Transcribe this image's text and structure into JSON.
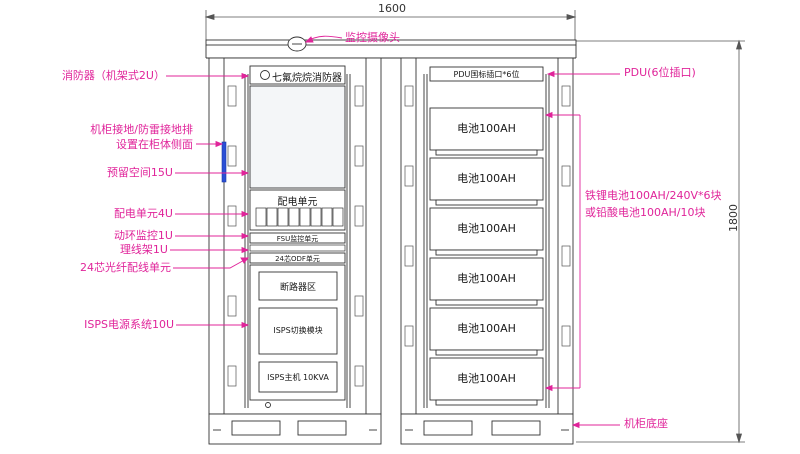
{
  "dimensions": {
    "width": "1600",
    "height": "1800"
  },
  "left_labels": [
    "消防器（机架式2U）",
    "机柜接地/防雷接地排",
    "设置在柜体侧面",
    "预留空间15U",
    "配电单元4U",
    "动环监控1U",
    "理线架1U",
    "24芯光纤配线单元",
    "ISPS电源系统10U"
  ],
  "top_label": "监控摄像头",
  "right_labels": {
    "pdu": "PDU(6位插口)",
    "battery_line1": "铁锂电池100AH/240V*6块",
    "battery_line2": "或铅酸电池100AH/10块",
    "base": "机柜底座"
  },
  "left_cabinet": {
    "extinguisher": "七氟烷烷消防器",
    "power_unit": "配电单元",
    "fsu": "FSU监控单元",
    "odf": "24芯ODF单元",
    "breaker": "断路器区",
    "ips_module": "ISPS切换模块",
    "ips_host": "ISPS主机 10KVA"
  },
  "right_cabinet": {
    "pdu_strip": "PDU国标插口*6位",
    "batteries": [
      "电池100AH",
      "电池100AH",
      "电池100AH",
      "电池100AH",
      "电池100AH",
      "电池100AH"
    ]
  },
  "colors": {
    "label": "#e0249a",
    "line": "#333333",
    "fill": "#f4f6f8",
    "dark": "#1f2a44"
  }
}
